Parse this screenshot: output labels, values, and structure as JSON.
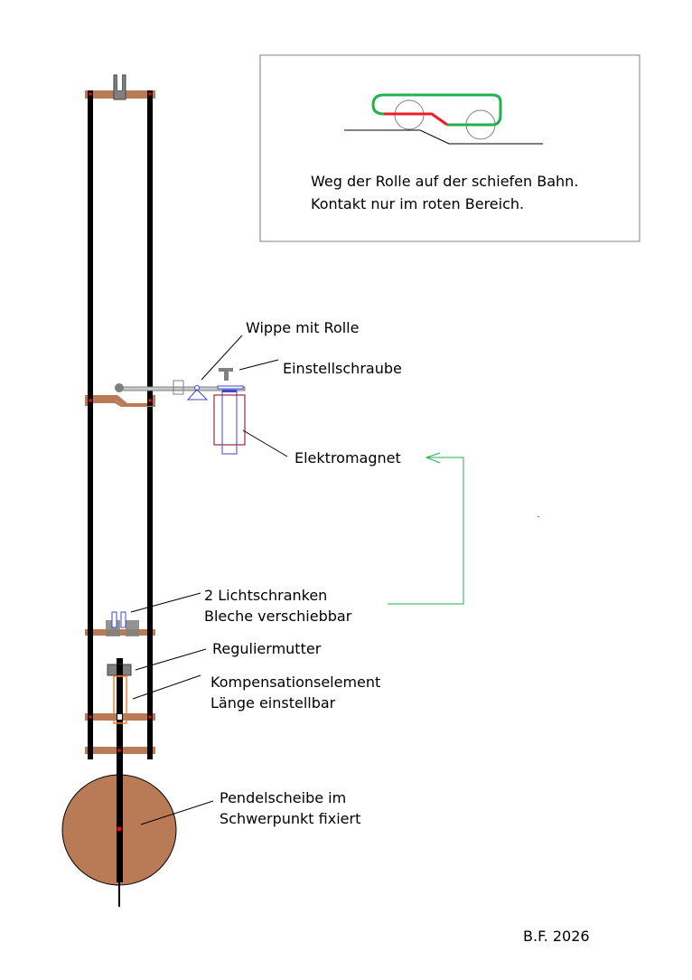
{
  "inset": {
    "caption_line1": "Weg der Rolle auf der schiefen Bahn.",
    "caption_line2": "Kontakt nur im roten Bereich."
  },
  "labels": {
    "wippe": "Wippe mit Rolle",
    "einstellschraube": "Einstellschraube",
    "elektromagnet": "Elektromagnet",
    "lichtschranken_line1": "2 Lichtschranken",
    "lichtschranken_line2": "Bleche verschiebbar",
    "reguliermutter": "Reguliermutter",
    "kompensation_line1": "Kompensationselement",
    "kompensation_line2": "Länge einstellbar",
    "pendelscheibe_line1": "Pendelscheibe im",
    "pendelscheibe_line2": "Schwerpunkt fixiert"
  },
  "signature": "B.F. 2026",
  "colors": {
    "frame": "#000000",
    "crossbar": "#b97a56",
    "pin": "#ff0000",
    "gray": "#7f7f7f",
    "blue": "#3f48cc",
    "darkred": "#880015",
    "orange": "#ff7f27",
    "green": "#22b14c",
    "red": "#ed1c24"
  }
}
